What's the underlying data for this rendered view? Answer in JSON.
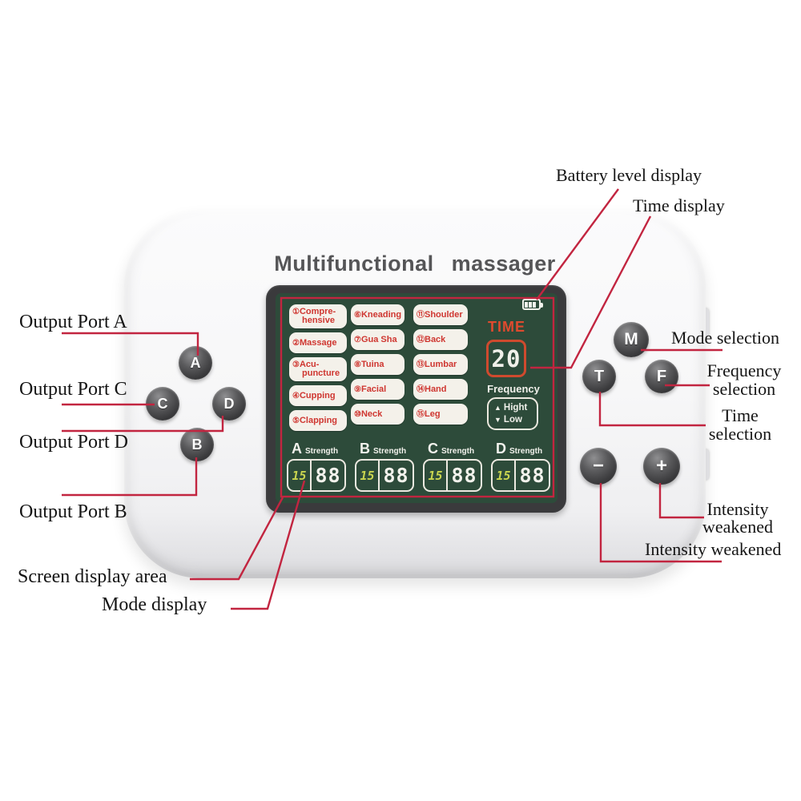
{
  "title": "Multifunctional massager",
  "annotations": {
    "battery": "Battery level display",
    "time": "Time display",
    "port_a": "Output Port A",
    "port_c": "Output Port C",
    "port_d": "Output Port D",
    "port_b": "Output Port B",
    "mode_selection": "Mode selection",
    "frequency_selection_1": "Frequency",
    "frequency_selection_2": "selection",
    "time_selection_1": "Time",
    "time_selection_2": "selection",
    "intensity_plus_1": "Intensity",
    "intensity_plus_2": "weakened",
    "intensity_minus": "Intensity weakened",
    "screen_area": "Screen display area",
    "mode_display": "Mode display",
    "line_color": "#c22540"
  },
  "screen": {
    "time_label": "TIME",
    "time_value": "20",
    "frequency_label": "Frequency",
    "freq_high_icon": "▲",
    "freq_high": "Hight",
    "freq_low_icon": "▼",
    "freq_low": "Low",
    "mode_columns": [
      [
        {
          "n": "①",
          "l1": "Compre-",
          "l2": "hensive"
        },
        {
          "n": "②",
          "l1": "Massage",
          "l2": ""
        },
        {
          "n": "③",
          "l1": "Acu-",
          "l2": "puncture"
        },
        {
          "n": "④",
          "l1": "Cupping",
          "l2": ""
        },
        {
          "n": "⑤",
          "l1": "Clapping",
          "l2": ""
        }
      ],
      [
        {
          "n": "⑥",
          "l1": "Kneading",
          "l2": ""
        },
        {
          "n": "⑦",
          "l1": "Gua Sha",
          "l2": ""
        },
        {
          "n": "⑧",
          "l1": "Tuina",
          "l2": ""
        },
        {
          "n": "⑨",
          "l1": "Facial",
          "l2": ""
        },
        {
          "n": "⑩",
          "l1": "Neck",
          "l2": ""
        }
      ],
      [
        {
          "n": "⑪",
          "l1": "Shoulder",
          "l2": ""
        },
        {
          "n": "⑫",
          "l1": "Back",
          "l2": ""
        },
        {
          "n": "⑬",
          "l1": "Lumbar",
          "l2": ""
        },
        {
          "n": "⑭",
          "l1": "Hand",
          "l2": ""
        },
        {
          "n": "⑮",
          "l1": "Leg",
          "l2": ""
        }
      ]
    ],
    "channels": [
      {
        "letter": "A",
        "label": "Strength",
        "mode": "15",
        "value": "88"
      },
      {
        "letter": "B",
        "label": "Strength",
        "mode": "15",
        "value": "88"
      },
      {
        "letter": "C",
        "label": "Strength",
        "mode": "15",
        "value": "88"
      },
      {
        "letter": "D",
        "label": "Strength",
        "mode": "15",
        "value": "88"
      }
    ],
    "colors": {
      "screen_bg": "#2d4b3a",
      "mode_text": "#cf3630",
      "time_accent": "#df4a2e",
      "mode_value": "#c9d54f"
    }
  },
  "buttons": {
    "a": "A",
    "c": "C",
    "d": "D",
    "b": "B",
    "m": "M",
    "t": "T",
    "f": "F",
    "minus": "−",
    "plus": "+"
  }
}
